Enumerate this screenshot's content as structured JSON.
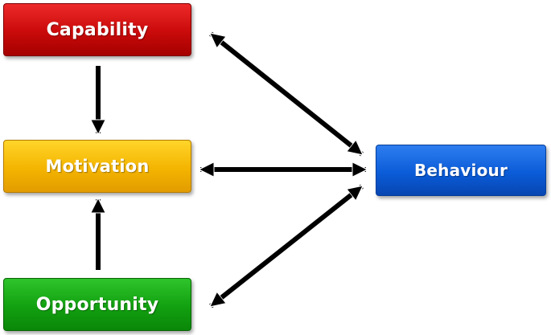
{
  "diagram": {
    "nodes": {
      "capability": {
        "label": "Capability",
        "color": "#c90a0a"
      },
      "motivation": {
        "label": "Motivation",
        "color": "#f4b400"
      },
      "opportunity": {
        "label": "Opportunity",
        "color": "#12a010"
      },
      "behaviour": {
        "label": "Behaviour",
        "color": "#0b5cd8"
      }
    },
    "edges": [
      {
        "from": "capability",
        "to": "motivation",
        "direction": "one-way"
      },
      {
        "from": "opportunity",
        "to": "motivation",
        "direction": "one-way"
      },
      {
        "from": "capability",
        "to": "behaviour",
        "direction": "two-way"
      },
      {
        "from": "motivation",
        "to": "behaviour",
        "direction": "two-way"
      },
      {
        "from": "opportunity",
        "to": "behaviour",
        "direction": "two-way"
      }
    ]
  }
}
